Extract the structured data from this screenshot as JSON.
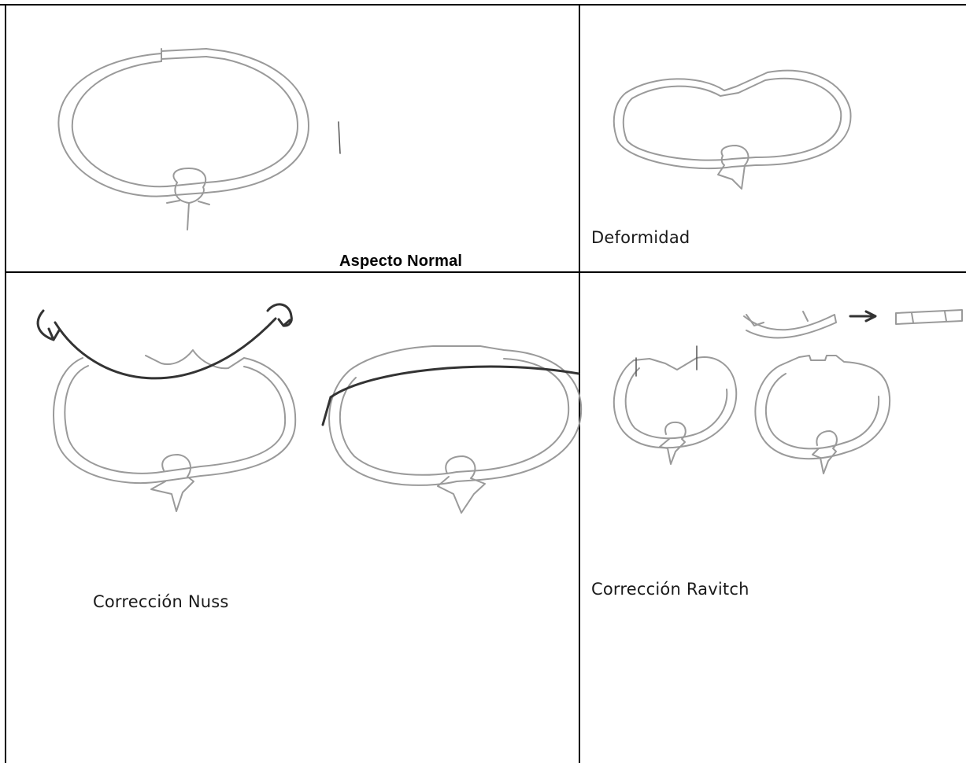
{
  "panels": {
    "normal": {
      "label": "Aspecto Normal"
    },
    "deformity": {
      "label": "Deformidad"
    },
    "nuss": {
      "label": "Corrección Nuss"
    },
    "ravitch": {
      "label": "Corrección Ravitch"
    }
  },
  "colors": {
    "grid": "#000000",
    "pencil": "#9a9a9a",
    "bar": "#333333"
  }
}
